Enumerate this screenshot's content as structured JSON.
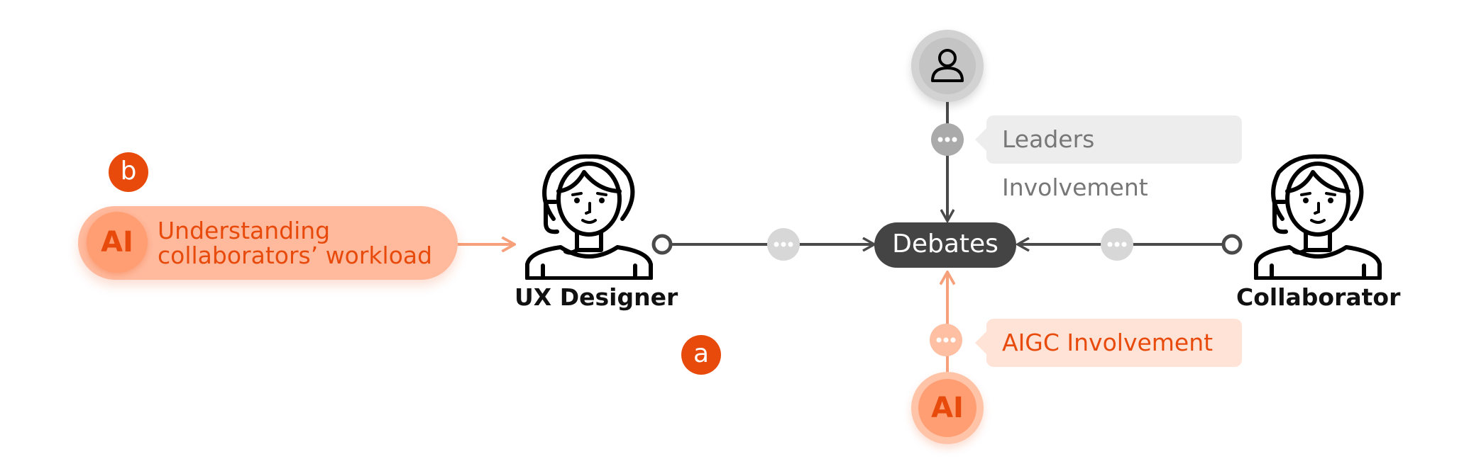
{
  "colors": {
    "accent": "#e84a0c",
    "ai_soft": "#ffb99c",
    "ai_circle": "#ff9d73",
    "ai_line": "#f7a07c",
    "dark": "#4a4a4a",
    "grey_node": "#c7c7c7",
    "grey_bubble": "#ededed",
    "ai_bubble": "#ffe3d6"
  },
  "markers": {
    "a": "a",
    "b": "b"
  },
  "center_node": {
    "label": "Debates"
  },
  "roles": {
    "left": "UX Designer",
    "right": "Collaborator"
  },
  "leader": {
    "icon": "person-icon",
    "label": "Leaders Involvement"
  },
  "aigc": {
    "icon_text": "AI",
    "label": "AIGC Involvement"
  },
  "ai_feature": {
    "icon_text": "AI",
    "line1": "Understanding",
    "line2": "collaborators’ workload"
  }
}
